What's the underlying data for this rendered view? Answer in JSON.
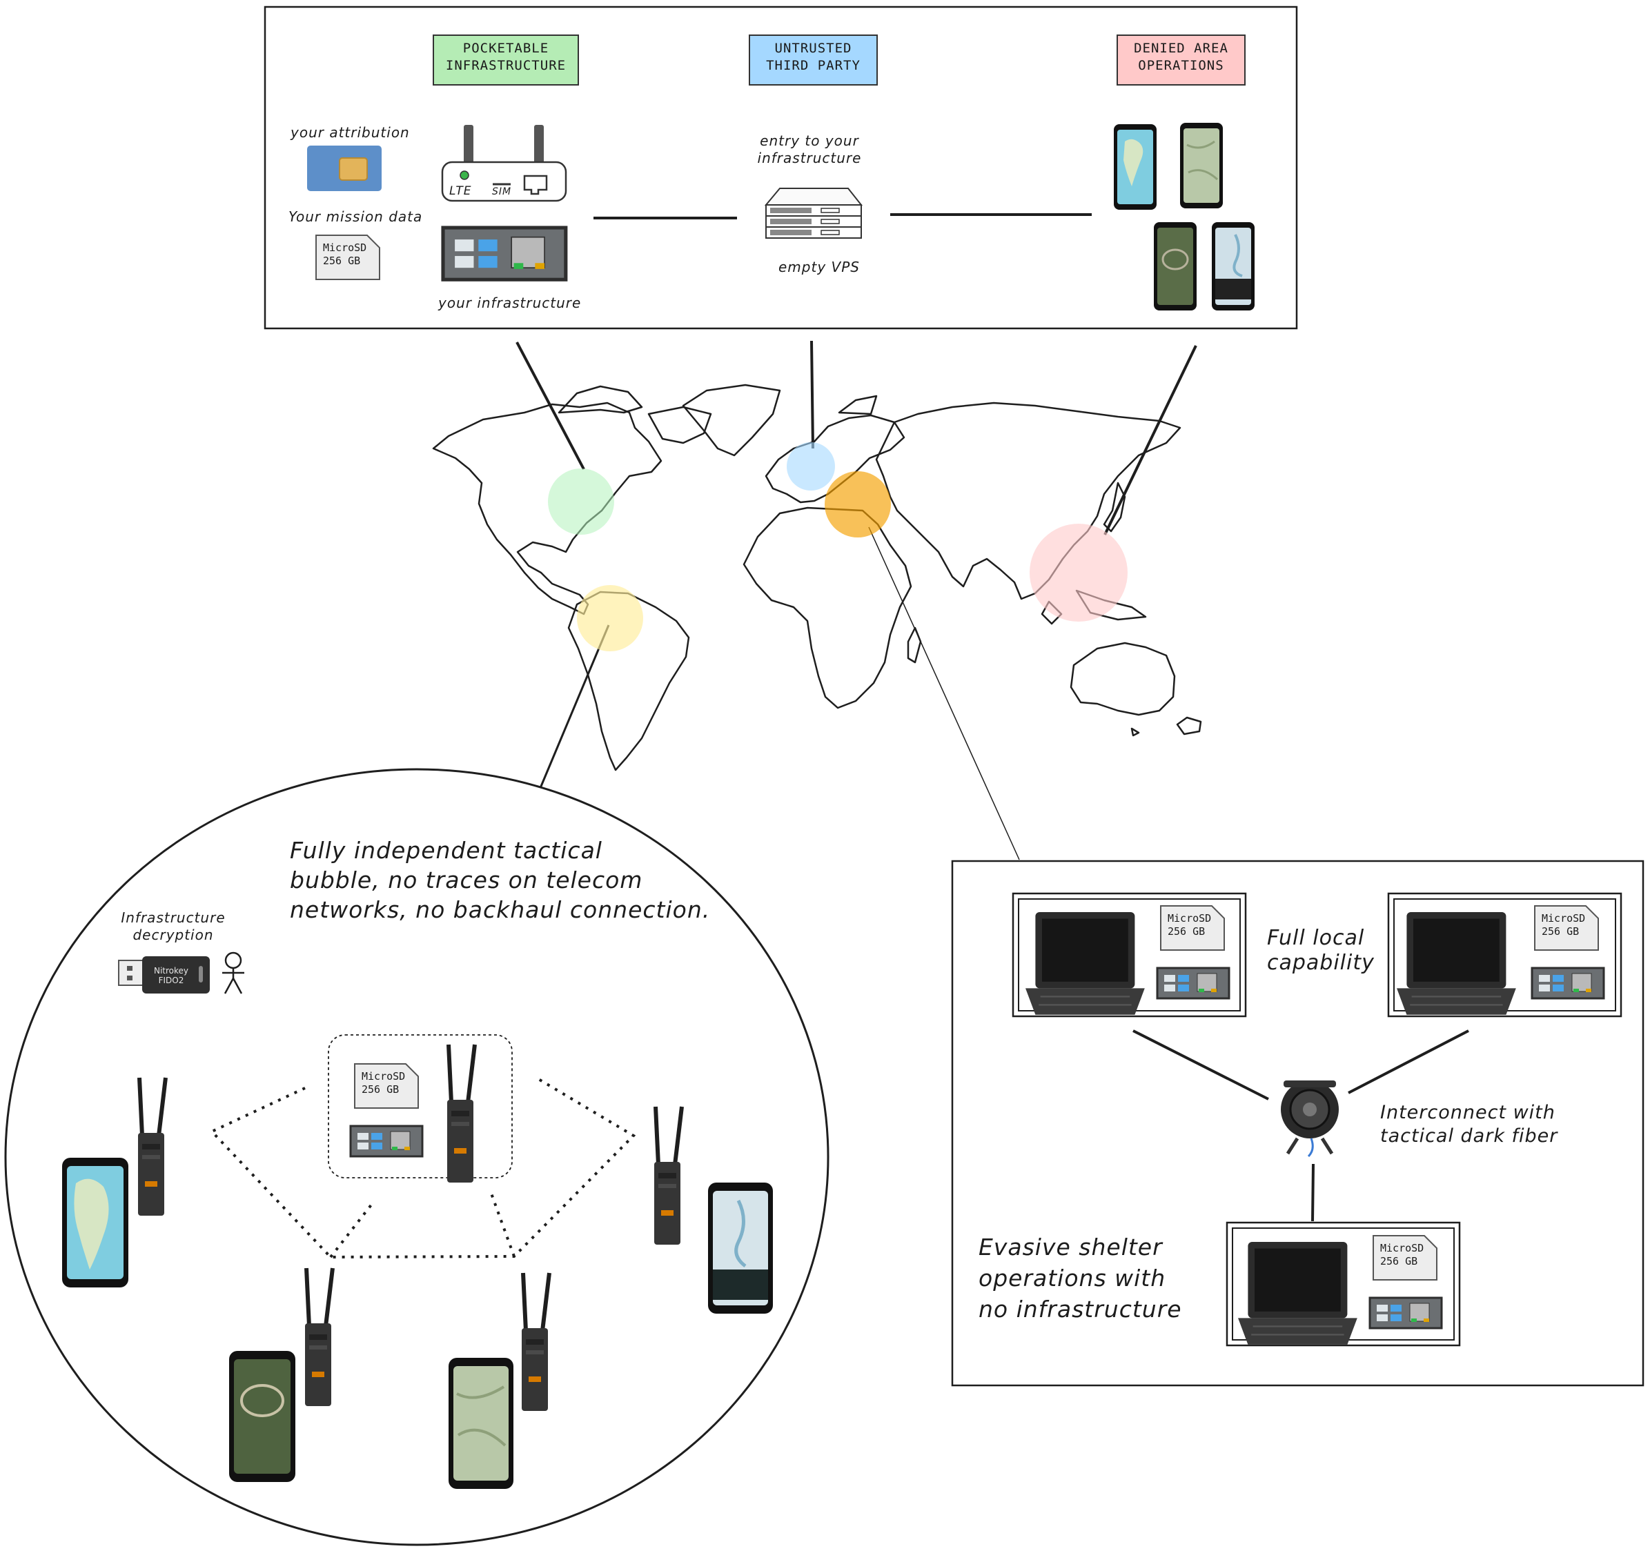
{
  "top_panel": {
    "tags": {
      "pocketable": {
        "line1": "POCKETABLE",
        "line2": "INFRASTRUCTURE",
        "color": "#b5ecb5"
      },
      "untrusted": {
        "line1": "UNTRUSTED",
        "line2": "THIRD PARTY",
        "color": "#a5d8ff"
      },
      "denied": {
        "line1": "DENIED AREA",
        "line2": "OPERATIONS",
        "color": "#ffc9c9"
      }
    },
    "attribution_label": "your attribution",
    "mission_data_label": "Your mission data",
    "infrastructure_label": "your infrastructure",
    "router": {
      "lte": "LTE",
      "sim": "SIM"
    },
    "entry_label_1": "entry to your",
    "entry_label_2": "infrastructure",
    "vps_label": "empty VPS"
  },
  "microsd": {
    "line1": "MicroSD",
    "line2": "256 GB"
  },
  "map": {
    "region_colors": {
      "north_america": "#b2f2bb",
      "europe": "#a5d8ff",
      "mediterranean": "#f59f00",
      "south_america": "#ffec99",
      "southeast_asia": "#ffc9c9"
    }
  },
  "bubble": {
    "title_line1": "Fully independent tactical",
    "title_line2": "bubble, no traces on telecom",
    "title_line3": "networks, no backhaul connection.",
    "decryption_line1": "Infrastructure",
    "decryption_line2": "decryption",
    "key_line1": "Nitrokey",
    "key_line2": "FIDO2"
  },
  "shelter": {
    "full_local_line1": "Full local",
    "full_local_line2": "capability",
    "interconnect_line1": "Interconnect with",
    "interconnect_line2": "tactical dark fiber",
    "evasive_line1": "Evasive shelter",
    "evasive_line2": "operations with",
    "evasive_line3": "no infrastructure"
  }
}
